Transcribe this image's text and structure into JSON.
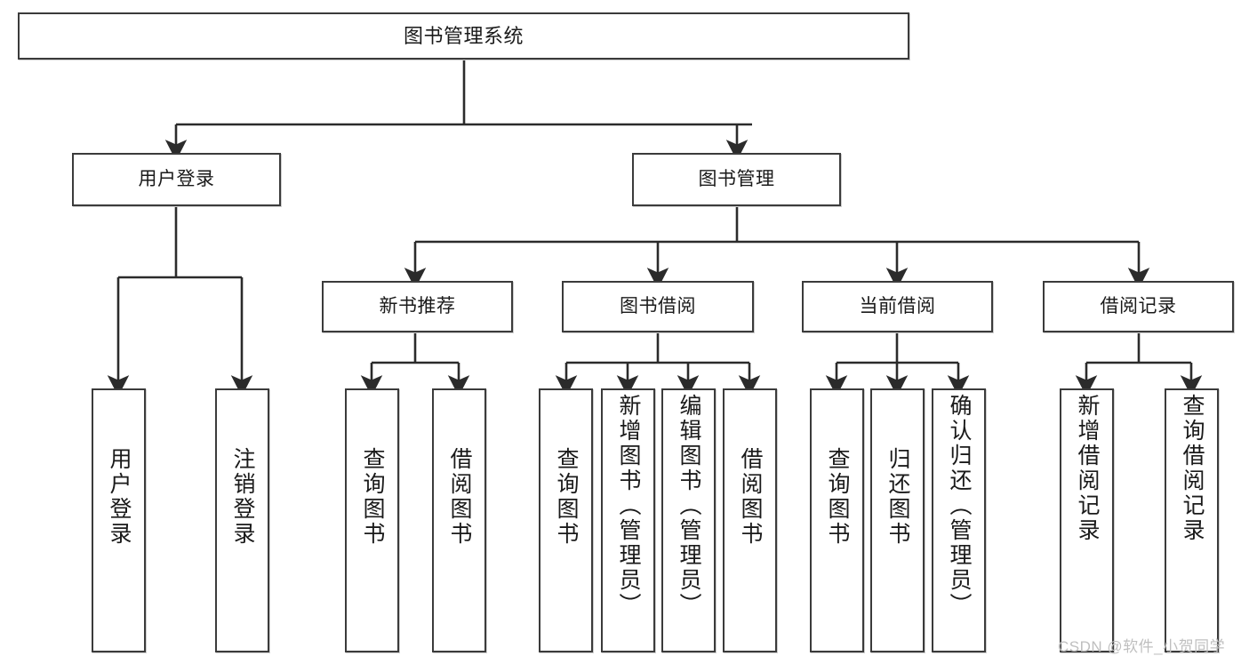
{
  "diagram": {
    "type": "hierarchy-tree",
    "title": "图书管理系统",
    "watermark": "CSDN @软件_小贺同学",
    "colors": {
      "box_border": "#3b3b3b",
      "box_fill": "#ffffff",
      "connector": "#2b2b2b",
      "text": "#1a1a1a",
      "watermark": "#bfbfbf"
    },
    "levels": [
      {
        "level": 1,
        "nodes": [
          {
            "id": "root",
            "label": "图书管理系统",
            "orientation": "horizontal"
          }
        ]
      },
      {
        "level": 2,
        "nodes": [
          {
            "id": "login",
            "label": "用户登录",
            "orientation": "horizontal",
            "parent": "root"
          },
          {
            "id": "bookmgmt",
            "label": "图书管理",
            "orientation": "horizontal",
            "parent": "root"
          }
        ]
      },
      {
        "level": 3,
        "nodes": [
          {
            "id": "newbook",
            "label": "新书推荐",
            "orientation": "horizontal",
            "parent": "bookmgmt"
          },
          {
            "id": "borrow",
            "label": "图书借阅",
            "orientation": "horizontal",
            "parent": "bookmgmt"
          },
          {
            "id": "current",
            "label": "当前借阅",
            "orientation": "horizontal",
            "parent": "bookmgmt"
          },
          {
            "id": "records",
            "label": "借阅记录",
            "orientation": "horizontal",
            "parent": "bookmgmt"
          }
        ]
      },
      {
        "level": 4,
        "nodes": [
          {
            "id": "leaf1",
            "label": "用户登录",
            "orientation": "vertical",
            "parent": "login"
          },
          {
            "id": "leaf2",
            "label": "注销登录",
            "orientation": "vertical",
            "parent": "login"
          },
          {
            "id": "leaf3",
            "label": "查询图书",
            "orientation": "vertical",
            "parent": "newbook"
          },
          {
            "id": "leaf4",
            "label": "借阅图书",
            "orientation": "vertical",
            "parent": "newbook"
          },
          {
            "id": "leaf5",
            "label": "查询图书",
            "orientation": "vertical",
            "parent": "borrow"
          },
          {
            "id": "leaf6",
            "label": "新增图书（管理员）",
            "orientation": "vertical",
            "parent": "borrow"
          },
          {
            "id": "leaf7",
            "label": "编辑图书（管理员）",
            "orientation": "vertical",
            "parent": "borrow"
          },
          {
            "id": "leaf8",
            "label": "借阅图书",
            "orientation": "vertical",
            "parent": "borrow"
          },
          {
            "id": "leaf9",
            "label": "查询图书",
            "orientation": "vertical",
            "parent": "current"
          },
          {
            "id": "leaf10",
            "label": "归还图书",
            "orientation": "vertical",
            "parent": "current"
          },
          {
            "id": "leaf11",
            "label": "确认归还（管理员）",
            "orientation": "vertical",
            "parent": "current"
          },
          {
            "id": "leaf12",
            "label": "新增借阅记录",
            "orientation": "vertical",
            "parent": "records"
          },
          {
            "id": "leaf13",
            "label": "查询借阅记录",
            "orientation": "vertical",
            "parent": "records"
          }
        ]
      }
    ]
  }
}
